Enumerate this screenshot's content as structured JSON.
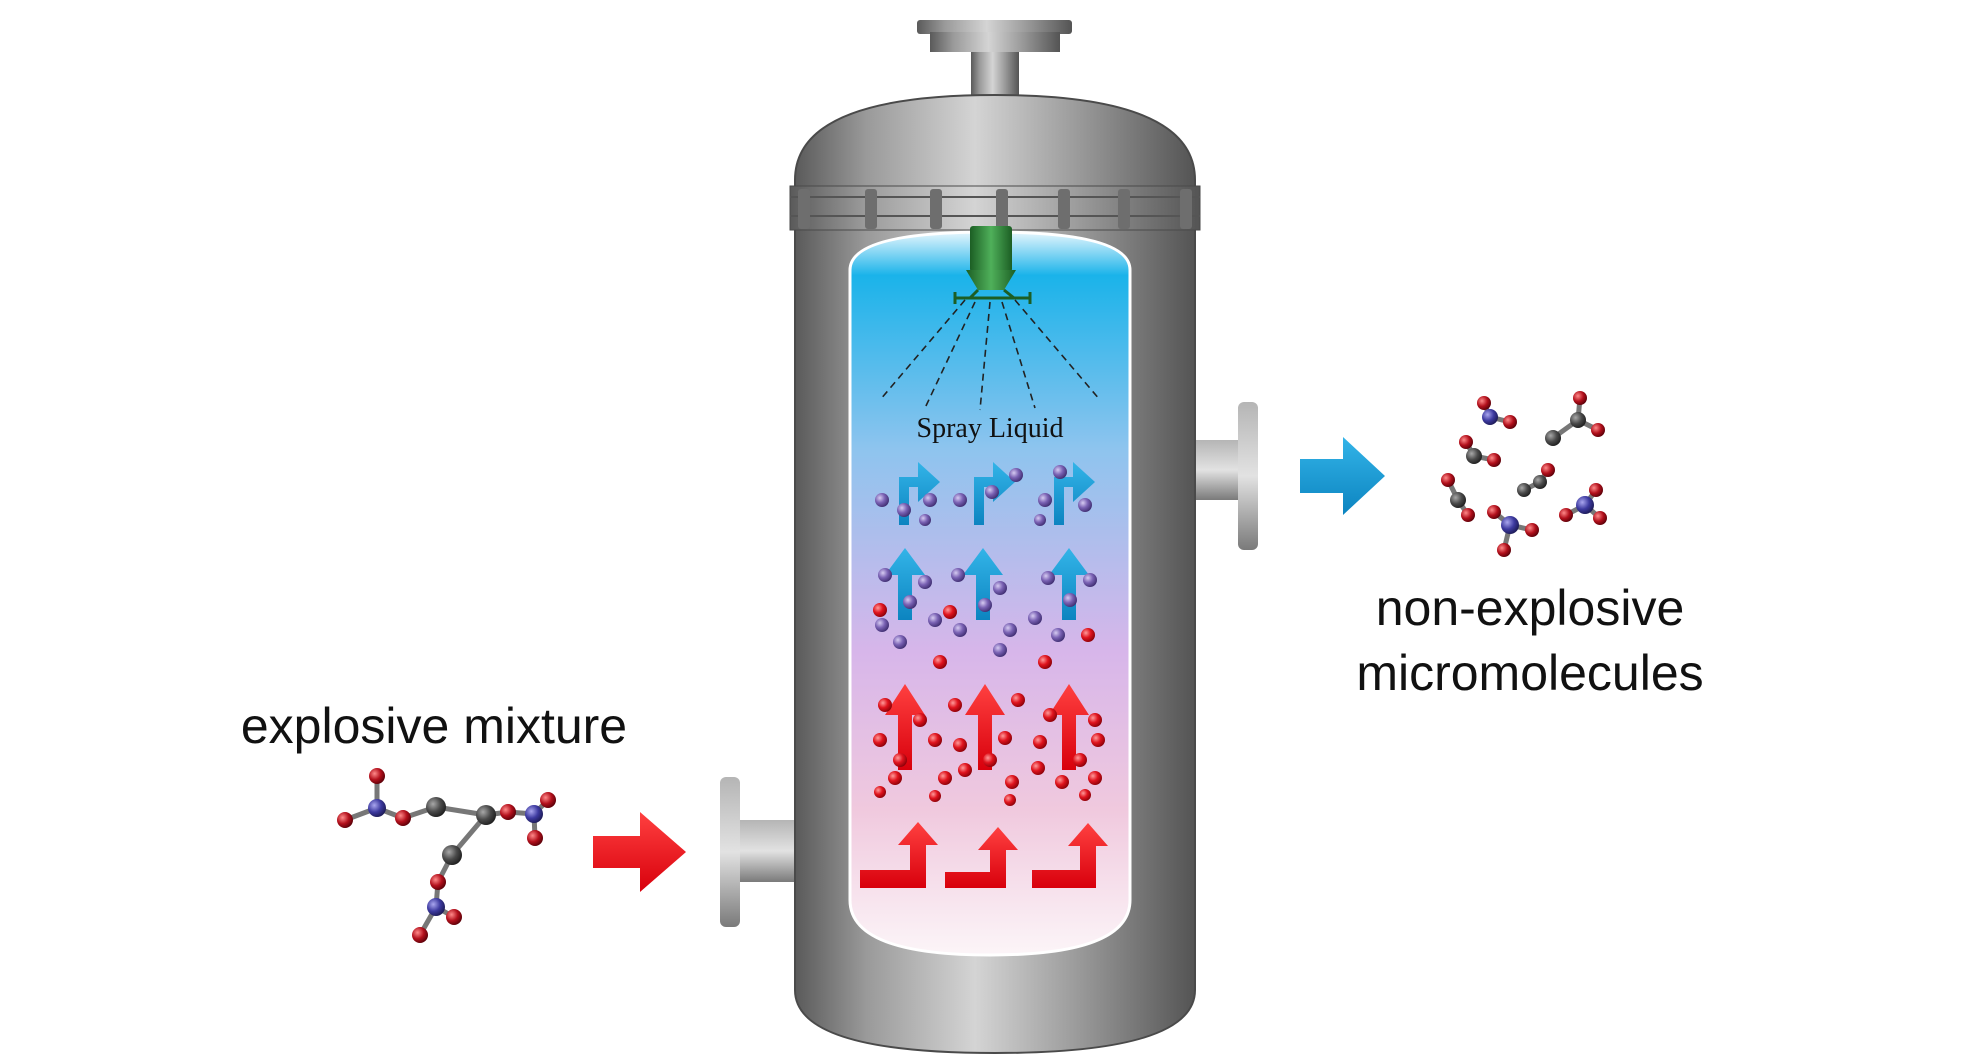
{
  "labels": {
    "input": "explosive mixture",
    "spray": "Spray Liquid",
    "output_line1": "non-explosive",
    "output_line2": "micromolecules"
  },
  "colors": {
    "vessel_light": "#c9c9c9",
    "vessel_dark": "#555555",
    "chamber_top": "#1ab3ea",
    "chamber_mid": "#d7b6ea",
    "chamber_bottom": "#fbf3f6",
    "hot_arrow": "#ff1a1a",
    "cool_arrow": "#1499d4",
    "hot_particle": "#e0141e",
    "cool_particle": "#7a62b4",
    "nozzle": "#2f8a3a",
    "atom_oxygen": "#b3101c",
    "atom_nitrogen": "#3d3aa0",
    "atom_carbon": "#4a4a4a"
  },
  "icons": {
    "inlet_arrow": "red-right-arrow-icon",
    "outlet_arrow": "blue-right-arrow-icon",
    "input_molecule": "nitrate-ester-molecule-icon",
    "output_molecules": "small-molecule-icons",
    "nozzle": "spray-nozzle-icon"
  }
}
